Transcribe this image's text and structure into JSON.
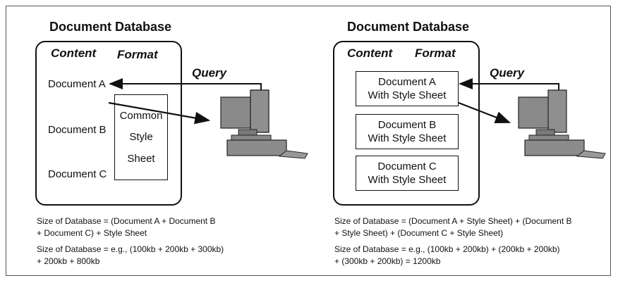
{
  "left": {
    "title": "Document Database",
    "col_content": "Content",
    "col_format": "Format",
    "documents": [
      "Document A",
      "Document B",
      "Document C"
    ],
    "style_sheet_words": [
      "Common",
      "Style",
      "Sheet"
    ],
    "query": "Query",
    "formula_1_line1": "Size of Database = (Document A + Document B",
    "formula_1_line2": "+ Document C) + Style Sheet",
    "formula_2_line1": "Size of Database = e.g., (100kb + 200kb + 300kb)",
    "formula_2_line2": "+ 200kb + 800kb"
  },
  "right": {
    "title": "Document Database",
    "col_content": "Content",
    "col_format": "Format",
    "doc_boxes": [
      {
        "line1": "Document A",
        "line2": "With Style Sheet"
      },
      {
        "line1": "Document B",
        "line2": "With Style Sheet"
      },
      {
        "line1": "Document C",
        "line2": "With Style Sheet"
      }
    ],
    "query": "Query",
    "formula_1_line1": "Size of Database = (Document A + Style Sheet) + (Document B",
    "formula_1_line2": "+ Style Sheet) + (Document C + Style Sheet)",
    "formula_2_line1": "Size of Database = e.g., (100kb + 200kb) + (200kb + 200kb)",
    "formula_2_line2": "+ (300kb + 200kb) = 1200kb"
  },
  "icons": {
    "computer": "desktop-computer-icon",
    "arrow": "arrow-icon"
  }
}
